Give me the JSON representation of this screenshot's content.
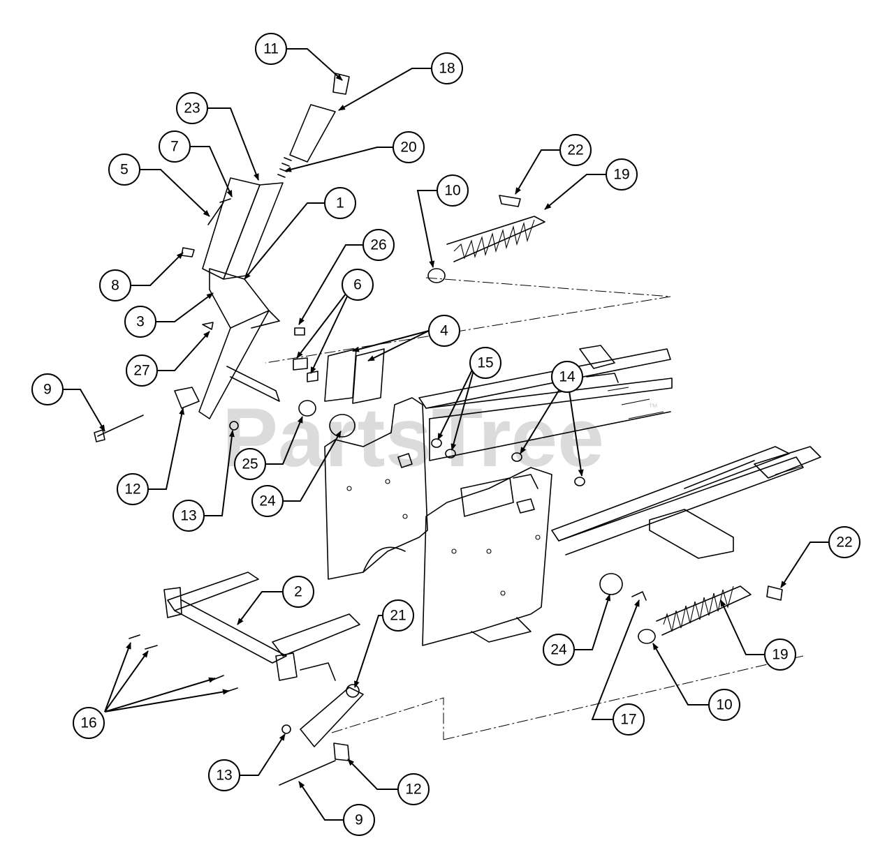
{
  "watermark": {
    "text": "PartsTree",
    "trademark": "™"
  },
  "callouts": [
    {
      "id": "callout-11",
      "label": "11"
    },
    {
      "id": "callout-18",
      "label": "18"
    },
    {
      "id": "callout-23",
      "label": "23"
    },
    {
      "id": "callout-7",
      "label": "7"
    },
    {
      "id": "callout-20",
      "label": "20"
    },
    {
      "id": "callout-5",
      "label": "5"
    },
    {
      "id": "callout-22-top",
      "label": "22"
    },
    {
      "id": "callout-19-top",
      "label": "19"
    },
    {
      "id": "callout-10-top",
      "label": "10"
    },
    {
      "id": "callout-1",
      "label": "1"
    },
    {
      "id": "callout-26",
      "label": "26"
    },
    {
      "id": "callout-8",
      "label": "8"
    },
    {
      "id": "callout-6",
      "label": "6"
    },
    {
      "id": "callout-3",
      "label": "3"
    },
    {
      "id": "callout-4",
      "label": "4"
    },
    {
      "id": "callout-27",
      "label": "27"
    },
    {
      "id": "callout-15",
      "label": "15"
    },
    {
      "id": "callout-14",
      "label": "14"
    },
    {
      "id": "callout-9-left",
      "label": "9"
    },
    {
      "id": "callout-25",
      "label": "25"
    },
    {
      "id": "callout-24-mid",
      "label": "24"
    },
    {
      "id": "callout-12-left",
      "label": "12"
    },
    {
      "id": "callout-13-left",
      "label": "13"
    },
    {
      "id": "callout-22-right",
      "label": "22"
    },
    {
      "id": "callout-2",
      "label": "2"
    },
    {
      "id": "callout-21",
      "label": "21"
    },
    {
      "id": "callout-24-right",
      "label": "24"
    },
    {
      "id": "callout-19-right",
      "label": "19"
    },
    {
      "id": "callout-10-right",
      "label": "10"
    },
    {
      "id": "callout-16",
      "label": "16"
    },
    {
      "id": "callout-17",
      "label": "17"
    },
    {
      "id": "callout-13-bottom",
      "label": "13"
    },
    {
      "id": "callout-12-bottom",
      "label": "12"
    },
    {
      "id": "callout-9-bottom",
      "label": "9"
    }
  ]
}
